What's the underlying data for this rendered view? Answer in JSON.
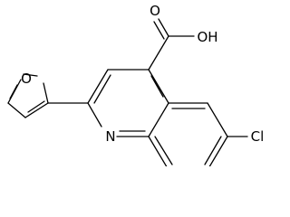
{
  "molecule": {
    "atoms": {
      "oxygen_ring": "O",
      "carbonyl_oxygen": "O",
      "hydroxyl": "OH",
      "nitrogen": "N",
      "chlorine": "Cl"
    },
    "colors": {
      "bond": "#000000",
      "label": "#000000",
      "background": "#ffffff"
    }
  }
}
